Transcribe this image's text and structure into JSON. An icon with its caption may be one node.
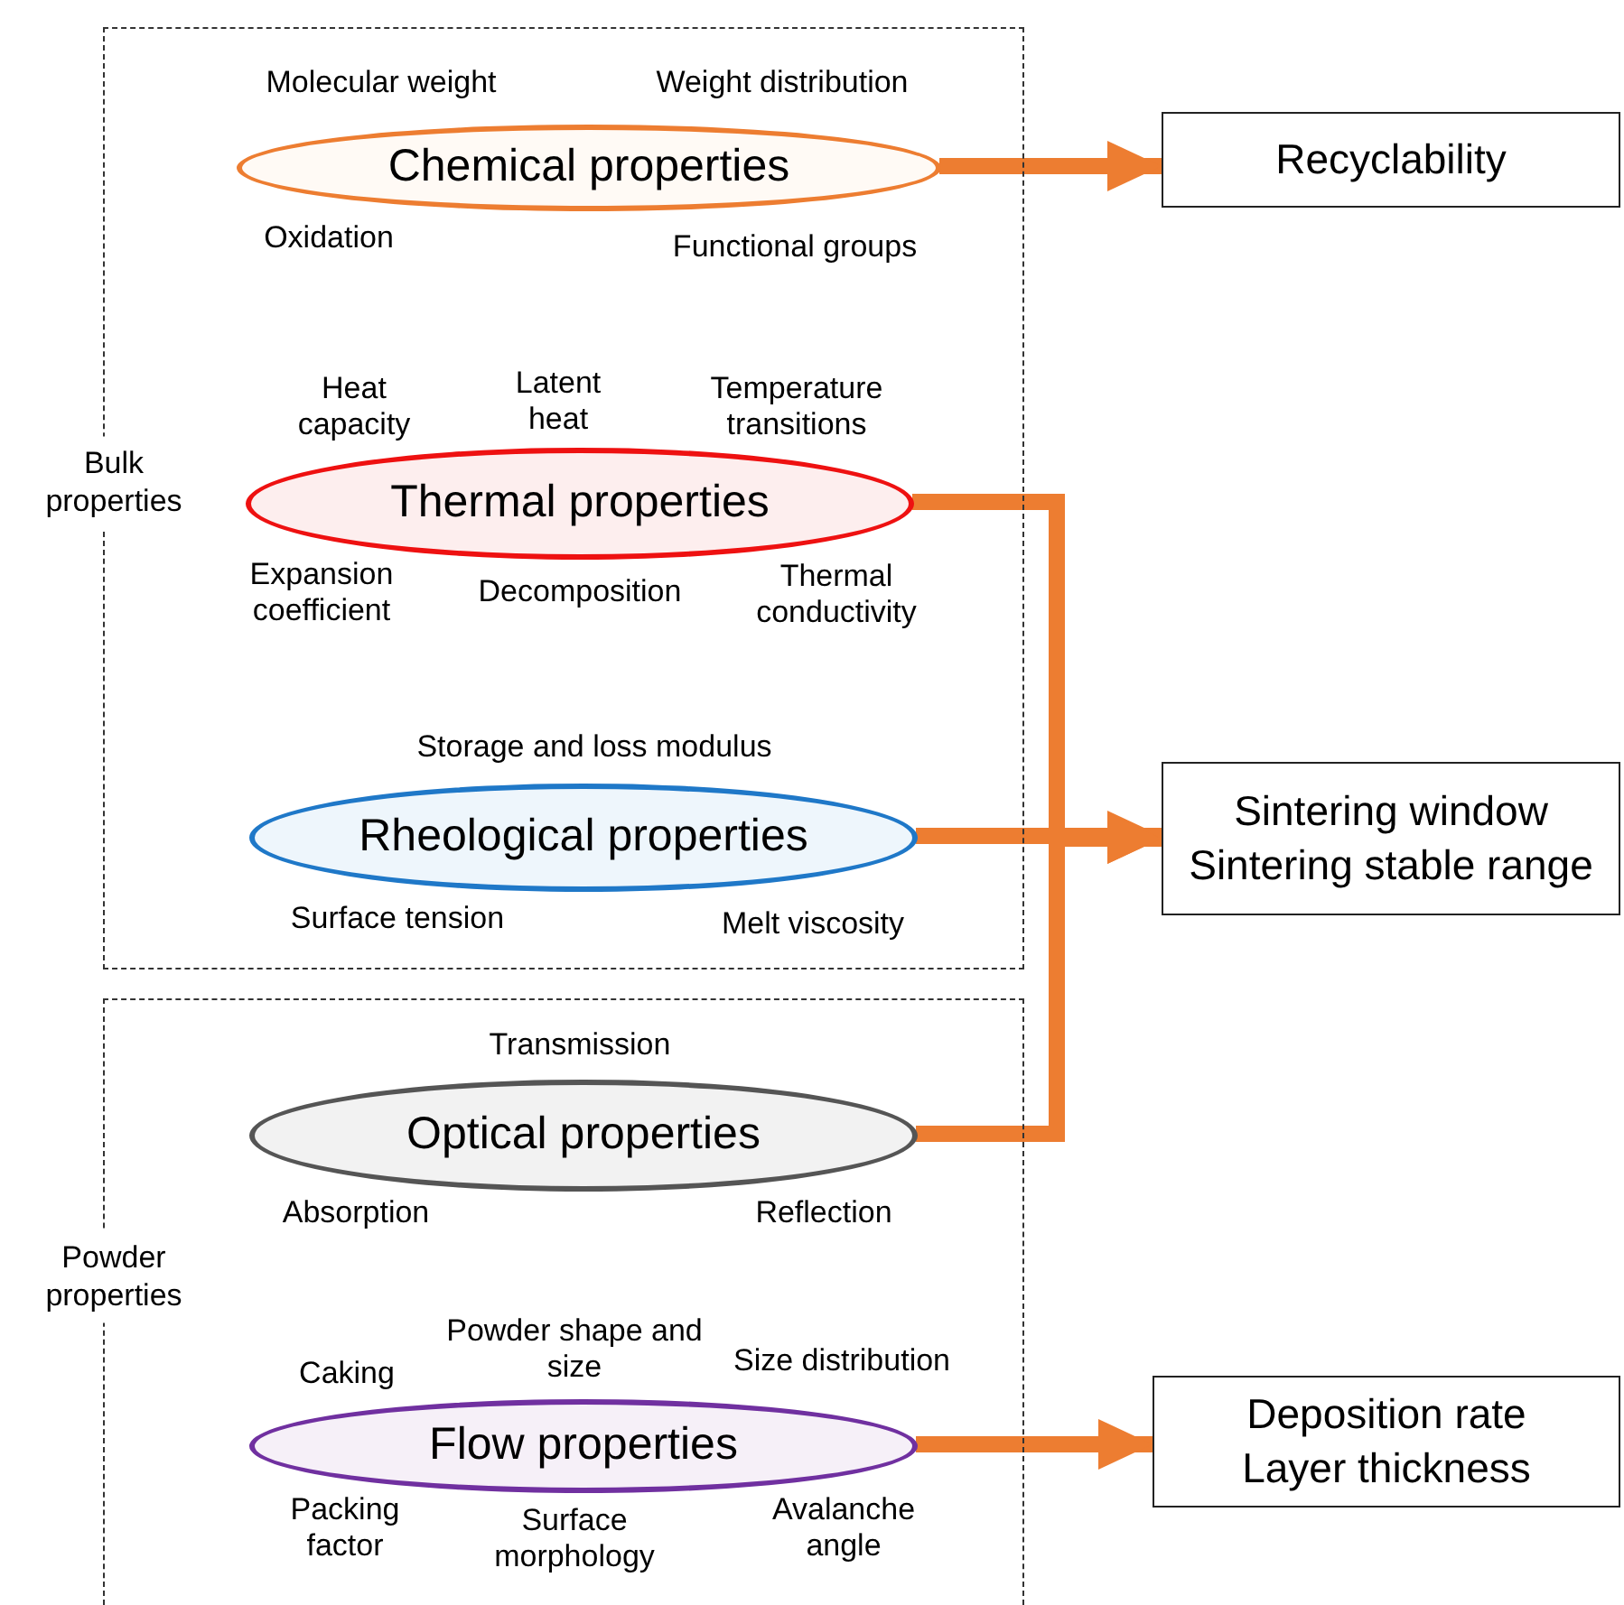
{
  "diagram": {
    "nodes": [
      {
        "text": [
          "Bulk properties"
        ]
      },
      {
        "text": [
          "Chemical properties"
        ],
        "in": 0,
        "beside": [
          "Molecular weight",
          "Weight distribution",
          "Oxidation",
          "Functional groups"
        ]
      },
      {
        "text": [
          "Thermal properties"
        ],
        "in": 0,
        "beside": [
          "Heat capacity",
          "Latent heat",
          "Temperature transitions",
          "Expansion coefficient",
          "Decomposition",
          "Thermal conductivity"
        ]
      },
      {
        "text": [
          "Rheological properties"
        ],
        "in": 0,
        "beside": [
          "Storage and loss modulus",
          "Surface tension",
          "Melt viscosity"
        ]
      },
      {
        "text": [
          "Powder properties"
        ]
      },
      {
        "text": [
          "Optical properties"
        ],
        "in": 4,
        "beside": [
          "Transmission",
          "Absorption",
          "Reflection"
        ]
      },
      {
        "text": [
          "Flow properties"
        ],
        "in": 4,
        "beside": [
          "Caking",
          "Powder shape and size",
          "Size distribution",
          "Packing factor",
          "Surface morphology",
          "Avalanche angle"
        ]
      },
      {
        "text": [
          "Recyclability"
        ]
      },
      {
        "text": [
          "Sintering window",
          "Sintering stable range"
        ]
      },
      {
        "text": [
          "Deposition rate",
          "Layer thickness"
        ]
      }
    ],
    "edges": [
      {
        "from": 1,
        "to": 7,
        "arrow": "to"
      },
      {
        "from": 2,
        "to": 8,
        "arrow": "to"
      },
      {
        "from": 3,
        "to": 8,
        "arrow": "to"
      },
      {
        "from": 5,
        "to": 8,
        "arrow": "to"
      },
      {
        "from": 6,
        "to": 9,
        "arrow": "to"
      }
    ]
  }
}
